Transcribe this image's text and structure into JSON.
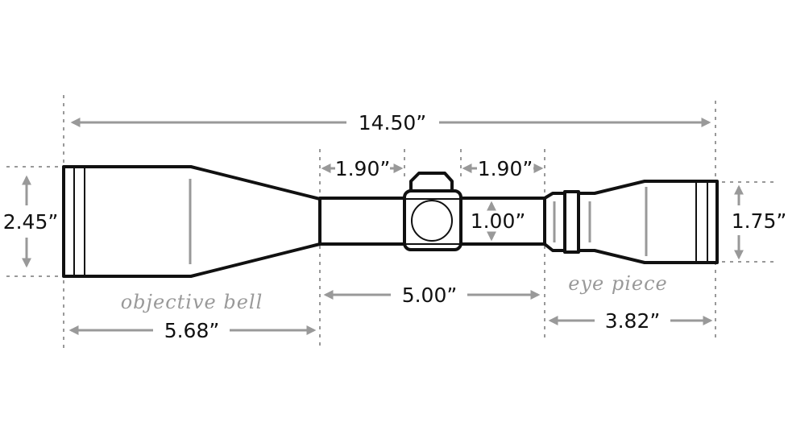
{
  "diagram": {
    "dimensions": {
      "overall_length": "14.50”",
      "objective_diameter": "2.45”",
      "front_mount_space": "1.90”",
      "rear_mount_space": "1.90”",
      "tube_diameter": "1.00”",
      "eyepiece_diameter": "1.75”",
      "objective_length": "5.68”",
      "mount_length": "5.00”",
      "eyepiece_length": "3.82”"
    },
    "labels": {
      "objective": "objective bell",
      "eyepiece": "eye piece"
    },
    "colors": {
      "outline": "#111111",
      "dimension": "#999999"
    }
  }
}
